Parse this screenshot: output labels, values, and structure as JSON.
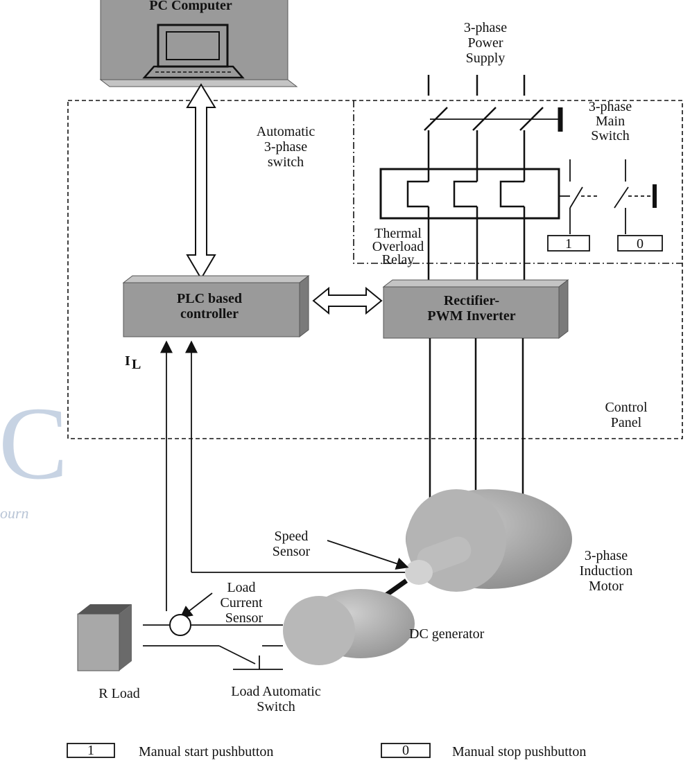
{
  "blocks": {
    "pc": "PC Computer",
    "plc_line1": "PLC based",
    "plc_line2": "controller",
    "inverter_line1": "Rectifier-",
    "inverter_line2": "PWM Inverter"
  },
  "labels": {
    "supply": [
      "3-phase",
      "Power",
      "Supply"
    ],
    "main_switch": [
      "3-phase",
      "Main",
      "Switch"
    ],
    "auto_switch": [
      "Automatic",
      "3-phase",
      "switch"
    ],
    "thermal": [
      "Thermal",
      "Overload",
      "Relay"
    ],
    "current_symbol": "I",
    "current_subscript": "L",
    "control_panel": [
      "Control",
      "Panel"
    ],
    "speed_sensor": [
      "Speed",
      "Sensor"
    ],
    "motor": [
      "3-phase",
      "Induction",
      "Motor"
    ],
    "load_current_sensor": [
      "Load",
      "Current",
      "Sensor"
    ],
    "dc_generator": "DC generator",
    "r_load": "R Load",
    "load_switch": [
      "Load Automatic",
      "Switch"
    ]
  },
  "pushbuttons": {
    "start_key": "1",
    "stop_key": "0",
    "start_desc": "Manual start pushbutton",
    "stop_desc": "Manual stop pushbutton"
  },
  "watermark": {
    "letter": "C",
    "text": "ourn"
  },
  "colors": {
    "block_fill": "#9a9a9a",
    "motor_fill": "#a9a9a9",
    "ink": "#111111"
  },
  "icons": [
    "computer-monitor-icon",
    "bidirectional-arrow-icon",
    "switch-contact-icon"
  ]
}
